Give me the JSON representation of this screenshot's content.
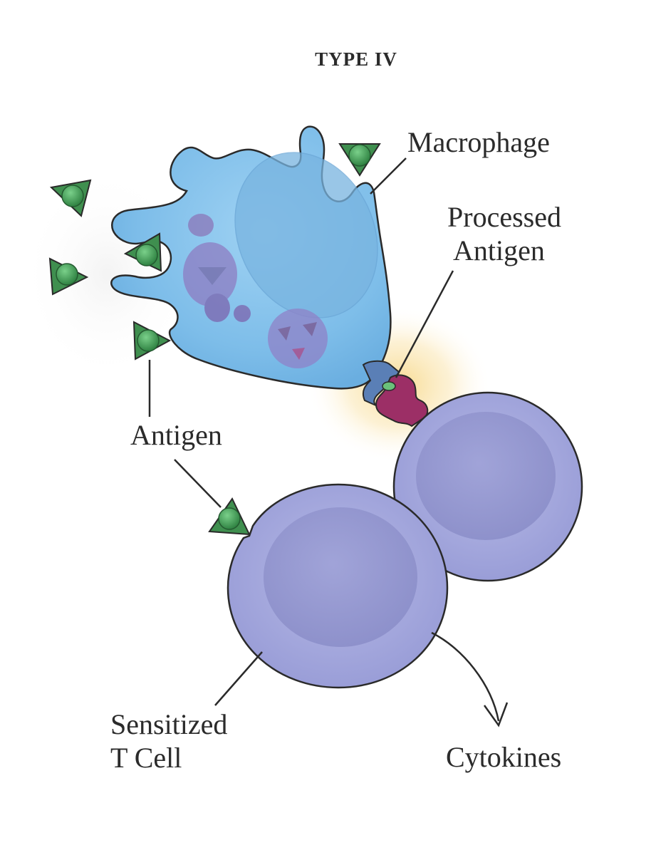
{
  "title": "TYPE IV",
  "labels": {
    "macrophage": "Macrophage",
    "processed_antigen_line1": "Processed",
    "processed_antigen_line2": "Antigen",
    "antigen": "Antigen",
    "sensitized_line1": "Sensitized",
    "sensitized_line2": "T Cell",
    "cytokines": "Cytokines"
  },
  "colors": {
    "macrophage": "#7fbfea",
    "t_cell": "#a3a6dc",
    "t_cell_nucleus": "#8d90cc",
    "antigen": "#3f8f4f",
    "mhc_receptor": "#5a7fb6",
    "tcr_receptor": "#9c2f66",
    "glow": "#f6d98e",
    "vesicle": "#8b72b6",
    "outline": "#2a2a2a"
  }
}
